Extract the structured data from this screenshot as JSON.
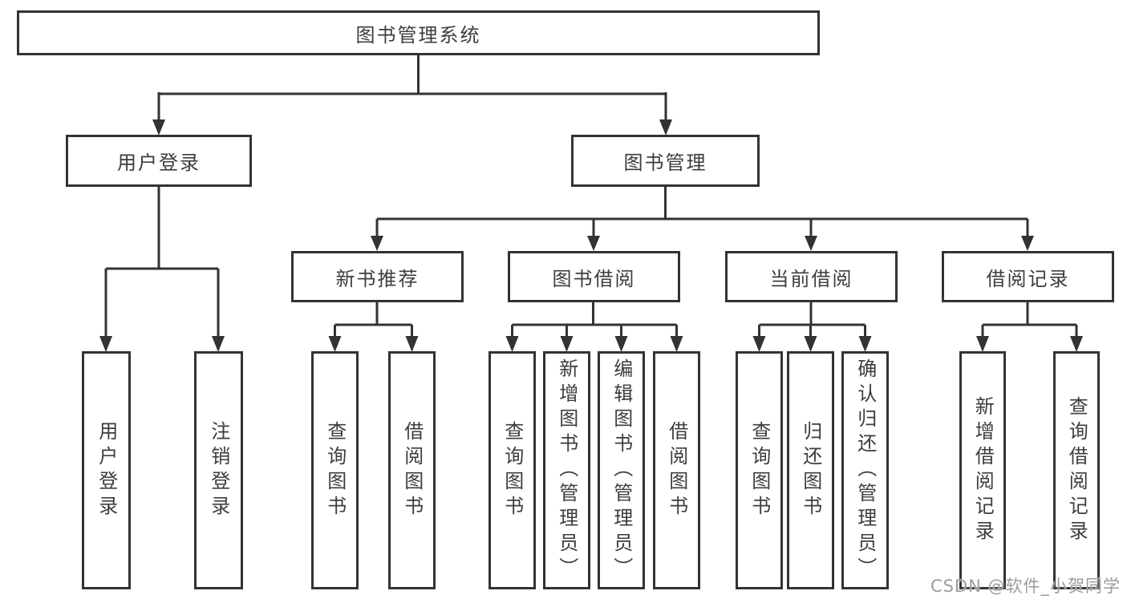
{
  "root": {
    "label": "图书管理系统"
  },
  "branches": {
    "user_login": {
      "label": "用户登录",
      "children": [
        {
          "label": "用户登录"
        },
        {
          "label": "注销登录"
        }
      ]
    },
    "book_mgmt": {
      "label": "图书管理",
      "sections": {
        "new_book": {
          "label": "新书推荐",
          "children": [
            {
              "label": "查询图书"
            },
            {
              "label": "借阅图书"
            }
          ]
        },
        "borrow": {
          "label": "图书借阅",
          "children": [
            {
              "label": "查询图书"
            },
            {
              "label": "新增图书（管理员）"
            },
            {
              "label": "编辑图书（管理员）"
            },
            {
              "label": "借阅图书"
            }
          ]
        },
        "current": {
          "label": "当前借阅",
          "children": [
            {
              "label": "查询图书"
            },
            {
              "label": "归还图书"
            },
            {
              "label": "确认归还（管理员）"
            }
          ]
        },
        "records": {
          "label": "借阅记录",
          "children": [
            {
              "label": "新增借阅记录"
            },
            {
              "label": "查询借阅记录"
            }
          ]
        }
      }
    }
  },
  "watermark": {
    "text": "CSDN @软件_小贺同学"
  },
  "colors": {
    "line": "#333333",
    "text": "#3d3d3d",
    "watermark": "#9c9c9c",
    "background": "#ffffff"
  }
}
